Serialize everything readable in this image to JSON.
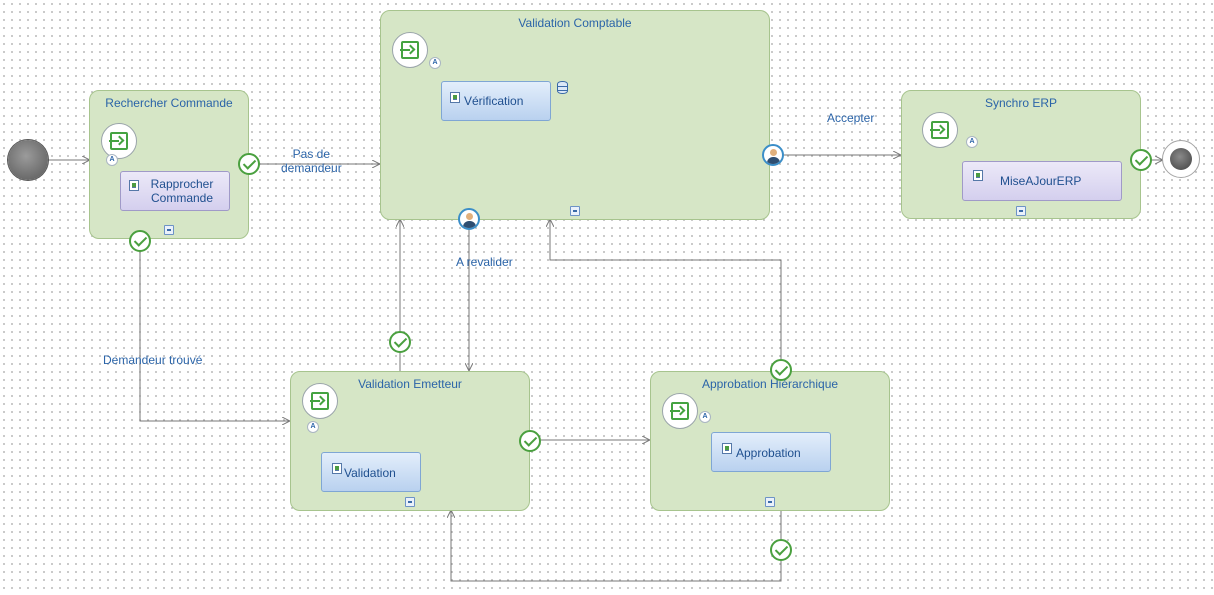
{
  "lanes": {
    "rechercher": {
      "title": "Rechercher Commande",
      "task": "Rapprocher Commande"
    },
    "comptable": {
      "title": "Validation Comptable",
      "task": "Vérification"
    },
    "synchro": {
      "title": "Synchro ERP",
      "task": "MiseAJourERP"
    },
    "emetteur": {
      "title": "Validation Emetteur",
      "task": "Validation"
    },
    "hierarchique": {
      "title": "Approbation Hiérarchique",
      "task": "Approbation"
    }
  },
  "badges": {
    "auto": "A"
  },
  "edges": {
    "pas_de_demandeur": [
      "Pas de",
      "demandeur"
    ],
    "demandeur_trouve": "Demandeur trouvé",
    "a_revalider": "A revalider",
    "accepter": "Accepter"
  },
  "icons": {
    "entry": "entry-arrow-icon",
    "check": "checkmark-circle-icon",
    "user": "user-actor-icon",
    "task": "task-form-icon",
    "database": "database-icon",
    "collapse": "collapse-minus-icon"
  },
  "colors": {
    "lane_fill": "#d6e6c6",
    "lane_border": "#a7c48e",
    "label_text": "#2b64a8",
    "check_green": "#4aa03f",
    "wire": "#777777"
  }
}
